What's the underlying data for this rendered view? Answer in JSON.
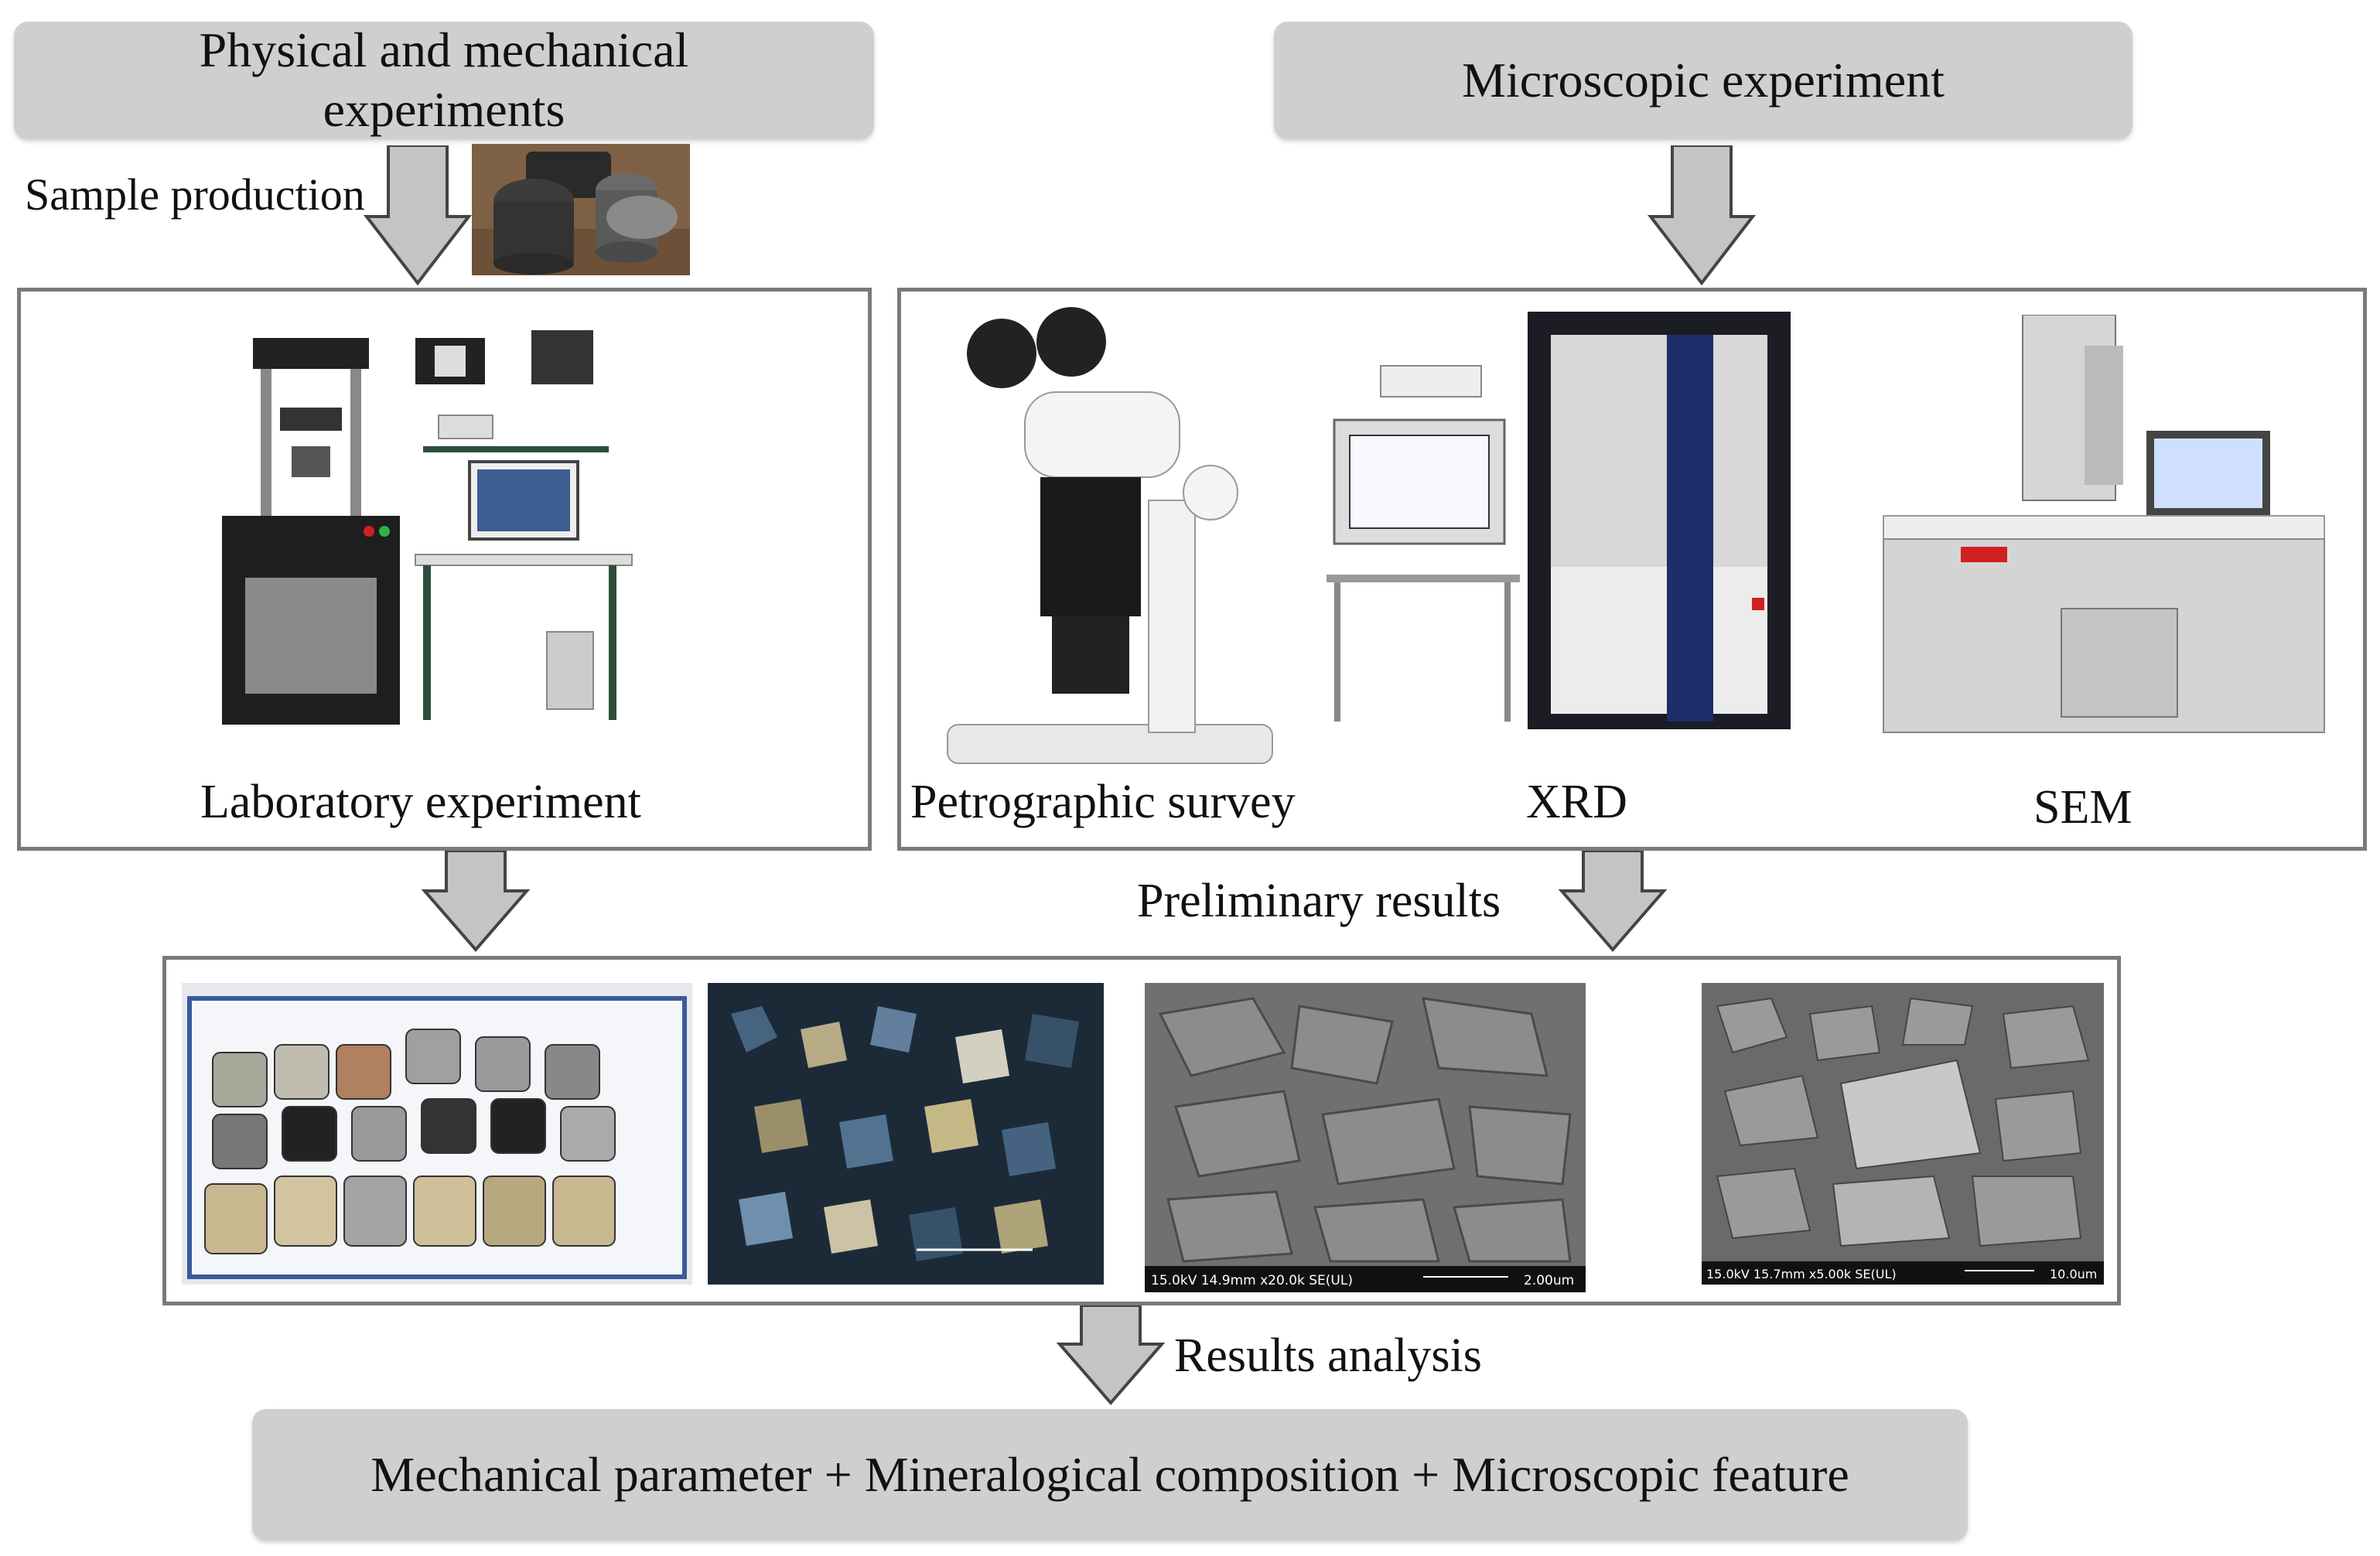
{
  "top_left_box": {
    "line1": "Physical and mechanical",
    "line2": "experiments"
  },
  "top_right_box": {
    "text": "Microscopic experiment"
  },
  "sample_production_label": "Sample production",
  "lab_panel": {
    "caption": "Laboratory experiment"
  },
  "micro_panel": {
    "petrographic_caption": "Petrographic survey",
    "xrd_caption": "XRD",
    "sem_caption": "SEM"
  },
  "preliminary_label": "Preliminary results",
  "results": {
    "sem1_scale": "15.0kV 14.9mm x20.0k SE(UL)",
    "sem1_bar": "2.00um",
    "sem2_scale": "15.0kV 15.7mm x5.00k SE(UL)",
    "sem2_bar": "10.0um"
  },
  "results_analysis_label": "Results analysis",
  "bottom_box": {
    "text": "Mechanical parameter + Mineralogical composition + Microscopic feature"
  },
  "colors": {
    "box_fill": "#cfcfcf",
    "frame_border": "#7a7a7a",
    "arrow_fill": "#c4c4c4"
  }
}
